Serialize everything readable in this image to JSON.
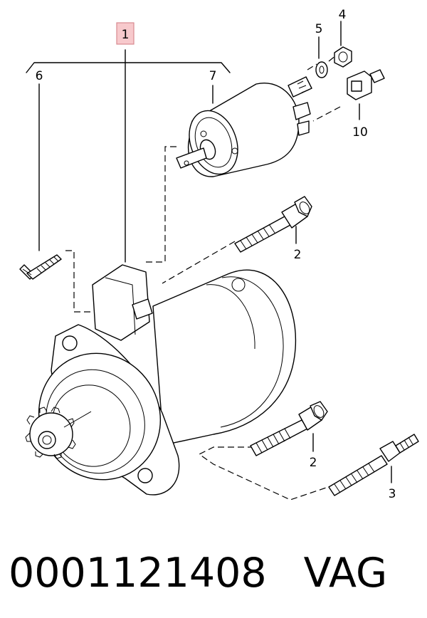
{
  "callouts": {
    "c1": "1",
    "c2a": "2",
    "c2b": "2",
    "c3": "3",
    "c4": "4",
    "c5": "5",
    "c6": "6",
    "c7": "7",
    "c10": "10"
  },
  "highlight_color": "#f7c9cc",
  "footer": {
    "part_number": "0001121408",
    "brand": "VAG"
  }
}
